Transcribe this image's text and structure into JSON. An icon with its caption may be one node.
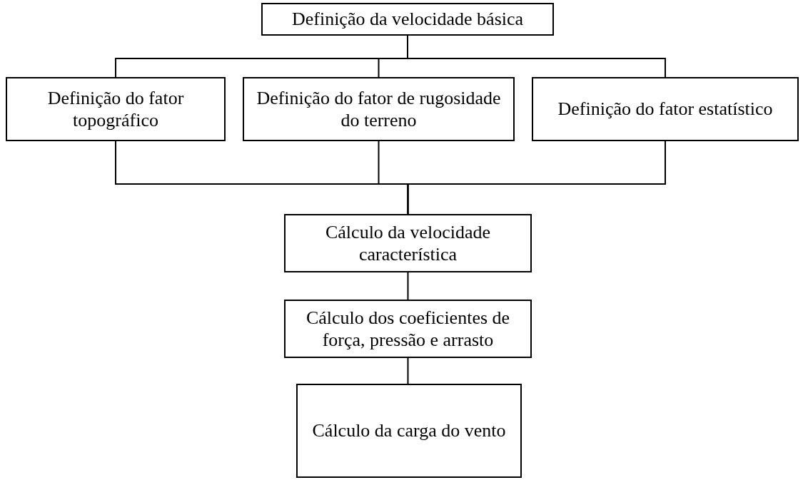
{
  "diagram": {
    "nodes": [
      {
        "text": [
          "Definição da velocidade básica"
        ]
      },
      {
        "text": [
          "Definição do fator topográfico"
        ]
      },
      {
        "text": [
          "Definição do fator de rugosidade do terreno"
        ]
      },
      {
        "text": [
          "Definição do fator estatístico"
        ]
      },
      {
        "text": [
          "Cálculo da velocidade característica"
        ]
      },
      {
        "text": [
          "Cálculo dos coeficientes de força, pressão e arrasto"
        ]
      },
      {
        "text": [
          "Cálculo da carga do vento"
        ]
      }
    ],
    "edges": [
      {
        "from": 0,
        "to": 1,
        "arrow": "none"
      },
      {
        "from": 0,
        "to": 2,
        "arrow": "none"
      },
      {
        "from": 0,
        "to": 3,
        "arrow": "none"
      },
      {
        "from": 1,
        "to": 4,
        "arrow": "none"
      },
      {
        "from": 2,
        "to": 4,
        "arrow": "none"
      },
      {
        "from": 3,
        "to": 4,
        "arrow": "none"
      },
      {
        "from": 4,
        "to": 5,
        "arrow": "none"
      },
      {
        "from": 5,
        "to": 6,
        "arrow": "none"
      }
    ]
  }
}
